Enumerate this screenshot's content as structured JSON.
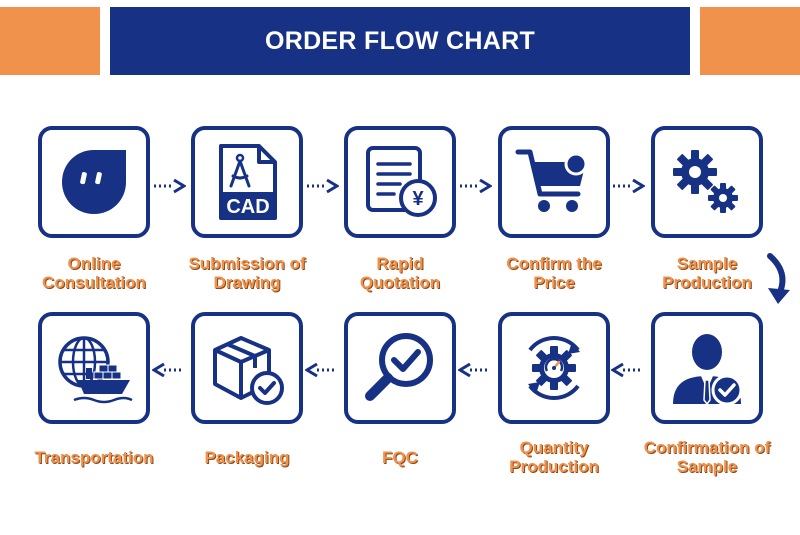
{
  "title": "ORDER FLOW CHART",
  "colors": {
    "navy": "#173185",
    "orange": "#f0914c",
    "white": "#ffffff"
  },
  "steps": [
    {
      "line1": "Online",
      "line2": "Consultation",
      "icon": "chat-bubble-icon"
    },
    {
      "line1": "Submission of",
      "line2": "Drawing",
      "icon": "cad-file-icon",
      "icon_text": "CAD"
    },
    {
      "line1": "Rapid",
      "line2": "Quotation",
      "icon": "quotation-document-icon",
      "icon_text": "¥"
    },
    {
      "line1": "Confirm the",
      "line2": "Price",
      "icon": "shopping-cart-icon"
    },
    {
      "line1": "Sample",
      "line2": "Production",
      "icon": "gears-icon"
    },
    {
      "line1": "Confirmation of",
      "line2": "Sample",
      "icon": "user-check-icon"
    },
    {
      "line1": "Quantity",
      "line2": "Production",
      "icon": "production-gear-icon"
    },
    {
      "line1": "FQC",
      "line2": "",
      "icon": "magnifier-check-icon"
    },
    {
      "line1": "Packaging",
      "line2": "",
      "icon": "box-check-icon"
    },
    {
      "line1": "Transportation",
      "line2": "",
      "icon": "globe-ship-icon"
    }
  ]
}
